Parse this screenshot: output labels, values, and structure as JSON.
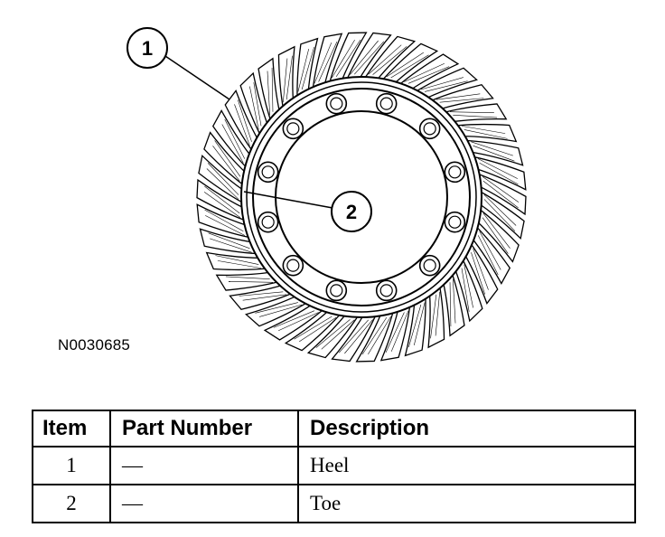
{
  "figure": {
    "code": "N0030685",
    "callouts": [
      {
        "number": "1",
        "points_to": "Heel"
      },
      {
        "number": "2",
        "points_to": "Toe"
      }
    ],
    "gear": {
      "tooth_count": 42,
      "bolt_hole_count": 12
    }
  },
  "table": {
    "headers": {
      "item": "Item",
      "part_number": "Part Number",
      "description": "Description"
    },
    "rows": [
      {
        "item": "1",
        "part_number": "—",
        "description": "Heel"
      },
      {
        "item": "2",
        "part_number": "—",
        "description": "Toe"
      }
    ]
  }
}
